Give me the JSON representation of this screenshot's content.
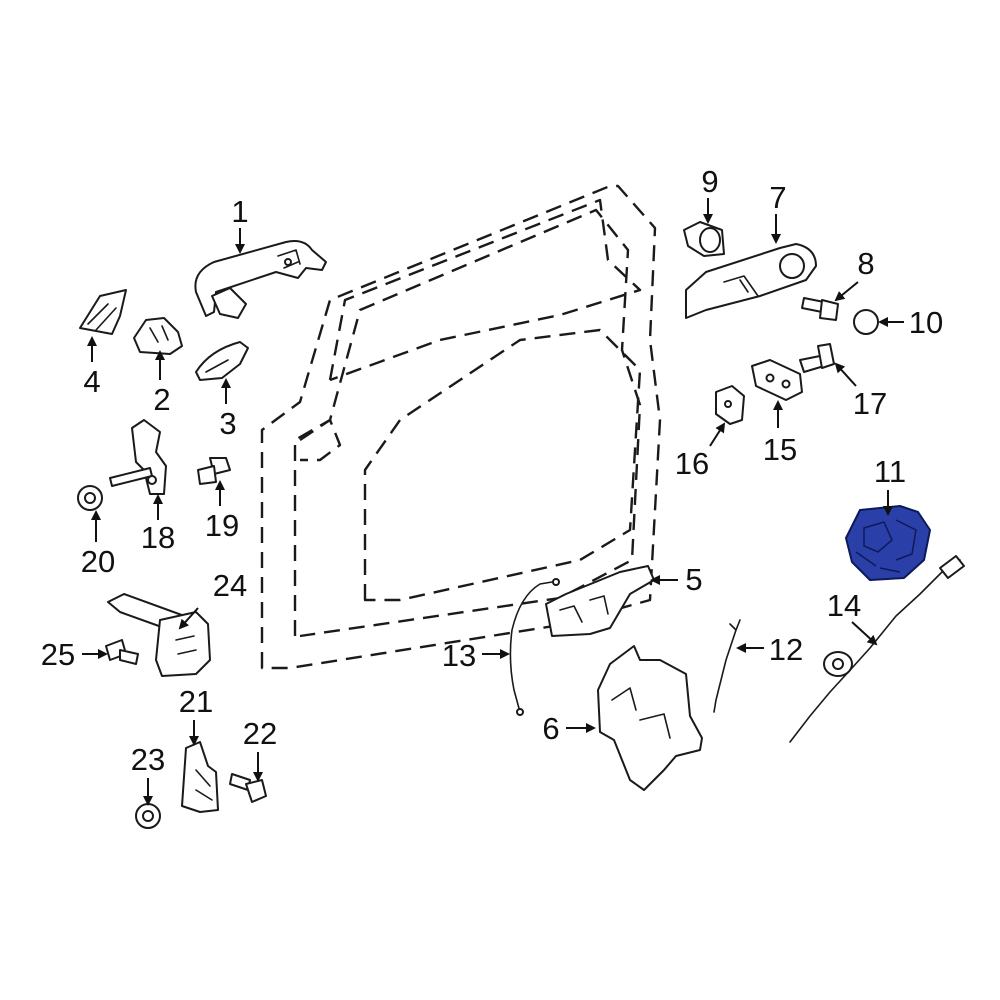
{
  "diagram": {
    "highlight_color": "#2b3fa8",
    "callouts": [
      {
        "id": "c1",
        "label": "1"
      },
      {
        "id": "c2",
        "label": "2"
      },
      {
        "id": "c3",
        "label": "3"
      },
      {
        "id": "c4",
        "label": "4"
      },
      {
        "id": "c5",
        "label": "5"
      },
      {
        "id": "c6",
        "label": "6"
      },
      {
        "id": "c7",
        "label": "7"
      },
      {
        "id": "c8",
        "label": "8"
      },
      {
        "id": "c9",
        "label": "9"
      },
      {
        "id": "c10",
        "label": "10"
      },
      {
        "id": "c11",
        "label": "11"
      },
      {
        "id": "c12",
        "label": "12"
      },
      {
        "id": "c13",
        "label": "13"
      },
      {
        "id": "c14",
        "label": "14"
      },
      {
        "id": "c15",
        "label": "15"
      },
      {
        "id": "c16",
        "label": "16"
      },
      {
        "id": "c17",
        "label": "17"
      },
      {
        "id": "c18",
        "label": "18"
      },
      {
        "id": "c19",
        "label": "19"
      },
      {
        "id": "c20",
        "label": "20"
      },
      {
        "id": "c21",
        "label": "21"
      },
      {
        "id": "c22",
        "label": "22"
      },
      {
        "id": "c23",
        "label": "23"
      },
      {
        "id": "c24",
        "label": "24"
      },
      {
        "id": "c25",
        "label": "25"
      }
    ]
  }
}
